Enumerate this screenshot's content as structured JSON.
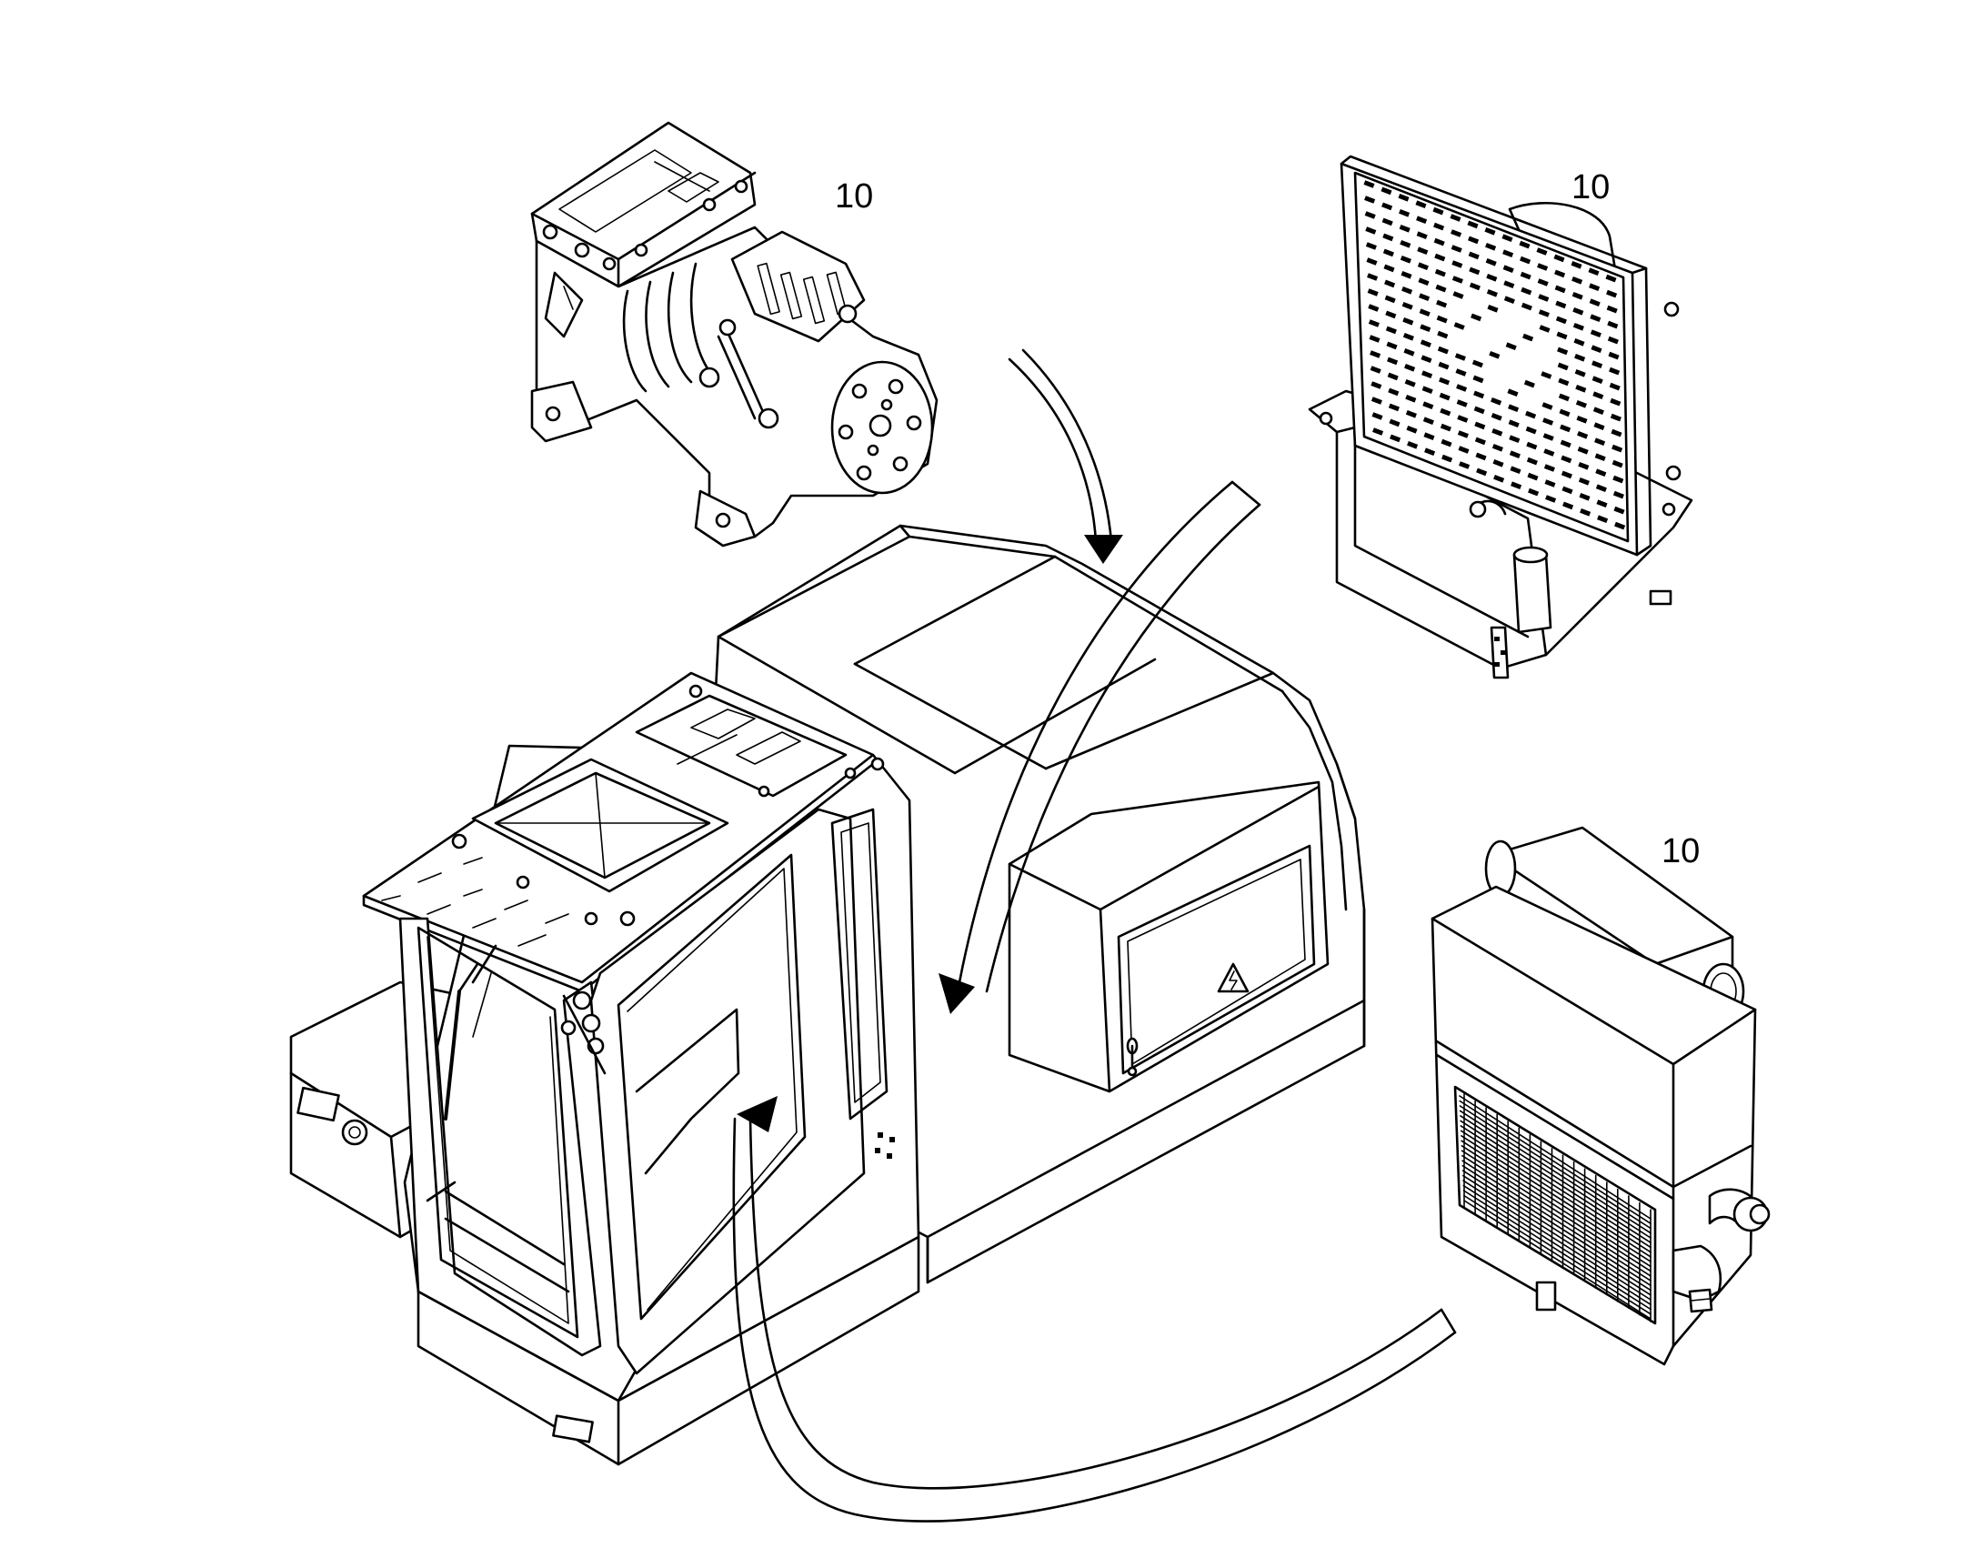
{
  "callouts": {
    "compressor": "10",
    "condenser": "10",
    "evaporator": "10"
  },
  "icons": {
    "warning": "high-voltage-warning-icon"
  }
}
